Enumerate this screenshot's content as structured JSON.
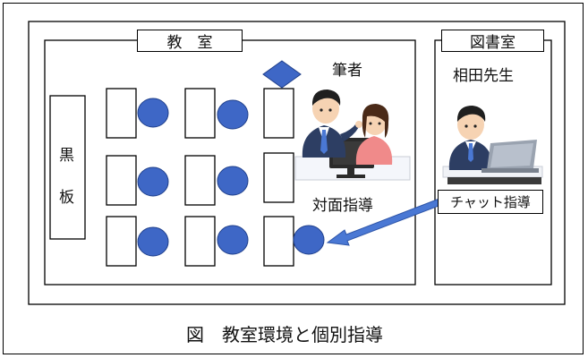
{
  "labels": {
    "classroom": "教　室",
    "library": "図書室",
    "author": "筆者",
    "teacher": "相田先生",
    "blackboard_line1": "黒",
    "blackboard_line2": "板",
    "face_to_face": "対面指導",
    "chat": "チャット指導"
  },
  "caption": "図　教室環境と個別指導",
  "colors": {
    "seat": "#3e67c6",
    "arrow": "#4a78d4",
    "arrow_stroke": "#2e55a8",
    "line": "#000000"
  }
}
